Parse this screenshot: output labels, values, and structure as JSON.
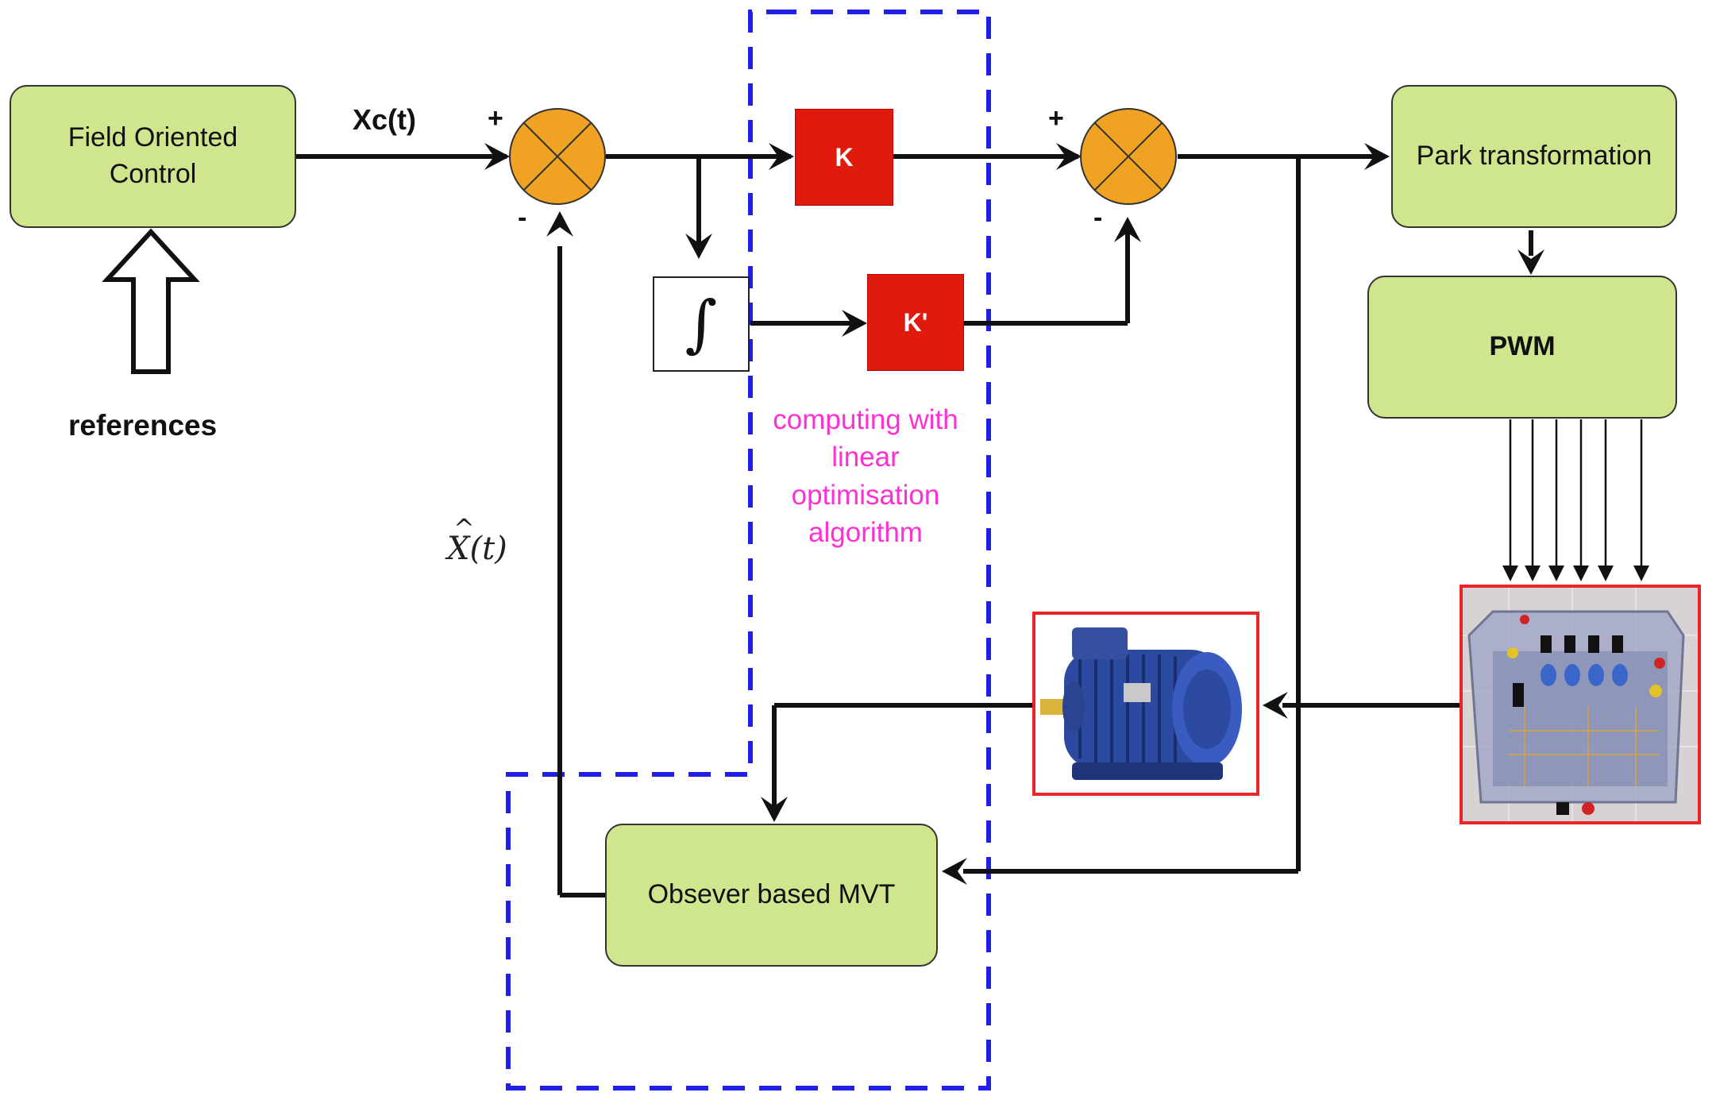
{
  "blocks": {
    "field_oriented_control": {
      "line1": "Field Oriented",
      "line2": "Control"
    },
    "park_transformation": "Park transformation",
    "pwm": "PWM",
    "observer": "Obsever based MVT"
  },
  "gains": {
    "k": "K",
    "k_prime": "K'"
  },
  "labels": {
    "xc": "Xc(t)",
    "references": "references",
    "xhat_symbol": "X",
    "xhat_arg": "(t)"
  },
  "signs": {
    "s1_plus": "+",
    "s1_minus": "-",
    "s2_plus": "+",
    "s2_minus": "-"
  },
  "annotation": {
    "lines": [
      "computing with",
      "linear",
      "optimisation",
      "algorithm"
    ],
    "color": "#ff2fd3"
  },
  "colors": {
    "block_fill": "#cfe68e",
    "gain_fill": "#e01b0d",
    "summing_fill": "#f0a323",
    "dashed_region": "#1f1fe6",
    "image_border": "#e8262a"
  },
  "icons": {
    "integrator": "integral-symbol",
    "references_arrow": "hollow-up-arrow-icon",
    "motor": "electric-motor-icon",
    "inverter": "inverter-board-icon"
  }
}
